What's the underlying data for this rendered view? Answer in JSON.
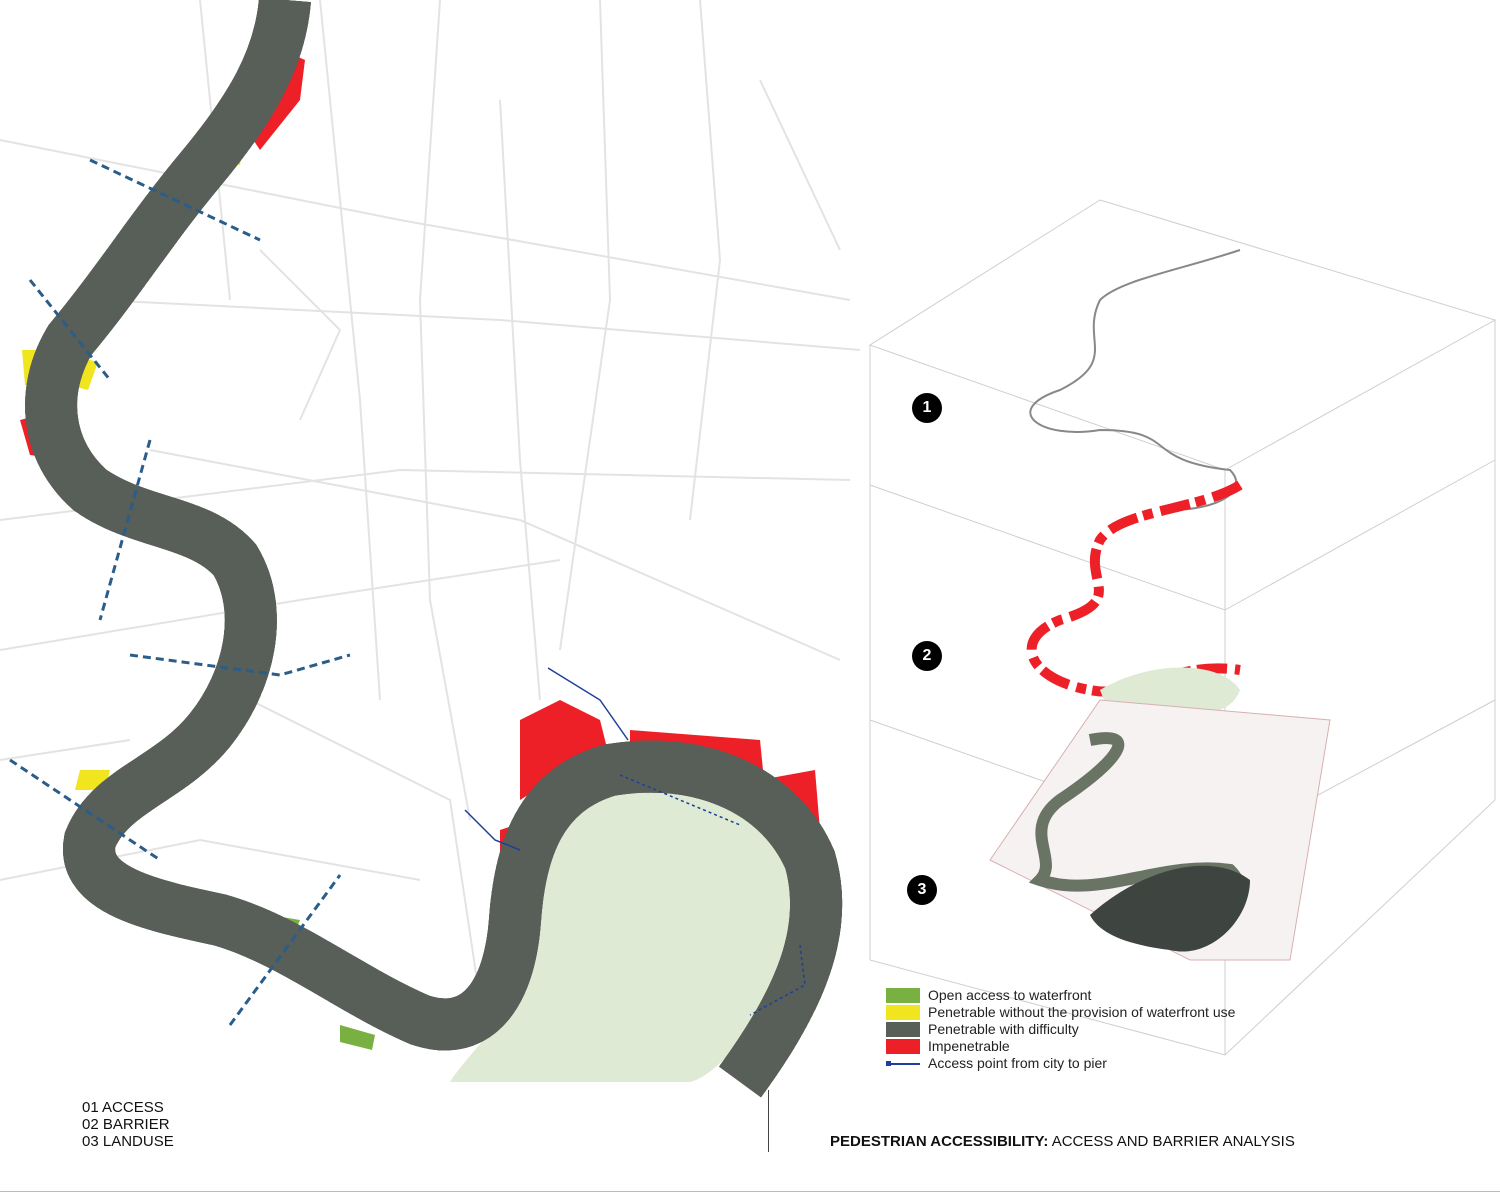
{
  "legend": {
    "items": [
      {
        "label": "Open access to waterfront",
        "color": "#79b042"
      },
      {
        "label": "Penetrable without the provision of waterfront use",
        "color": "#f1e520"
      },
      {
        "label": "Penetrable with difficulty",
        "color": "#585e58"
      },
      {
        "label": "Impenetrable",
        "color": "#ee2027"
      }
    ],
    "access_label": "Access point from city to pier",
    "access_color": "#1f3f9a"
  },
  "layers": [
    "01 ACCESS",
    "02 BARRIER",
    "03 LANDUSE"
  ],
  "layer_markers": [
    "1",
    "2",
    "3"
  ],
  "title": {
    "bold": "PEDESTRIAN ACCESSIBILITY:",
    "rest": " ACCESS AND BARRIER ANALYSIS"
  }
}
